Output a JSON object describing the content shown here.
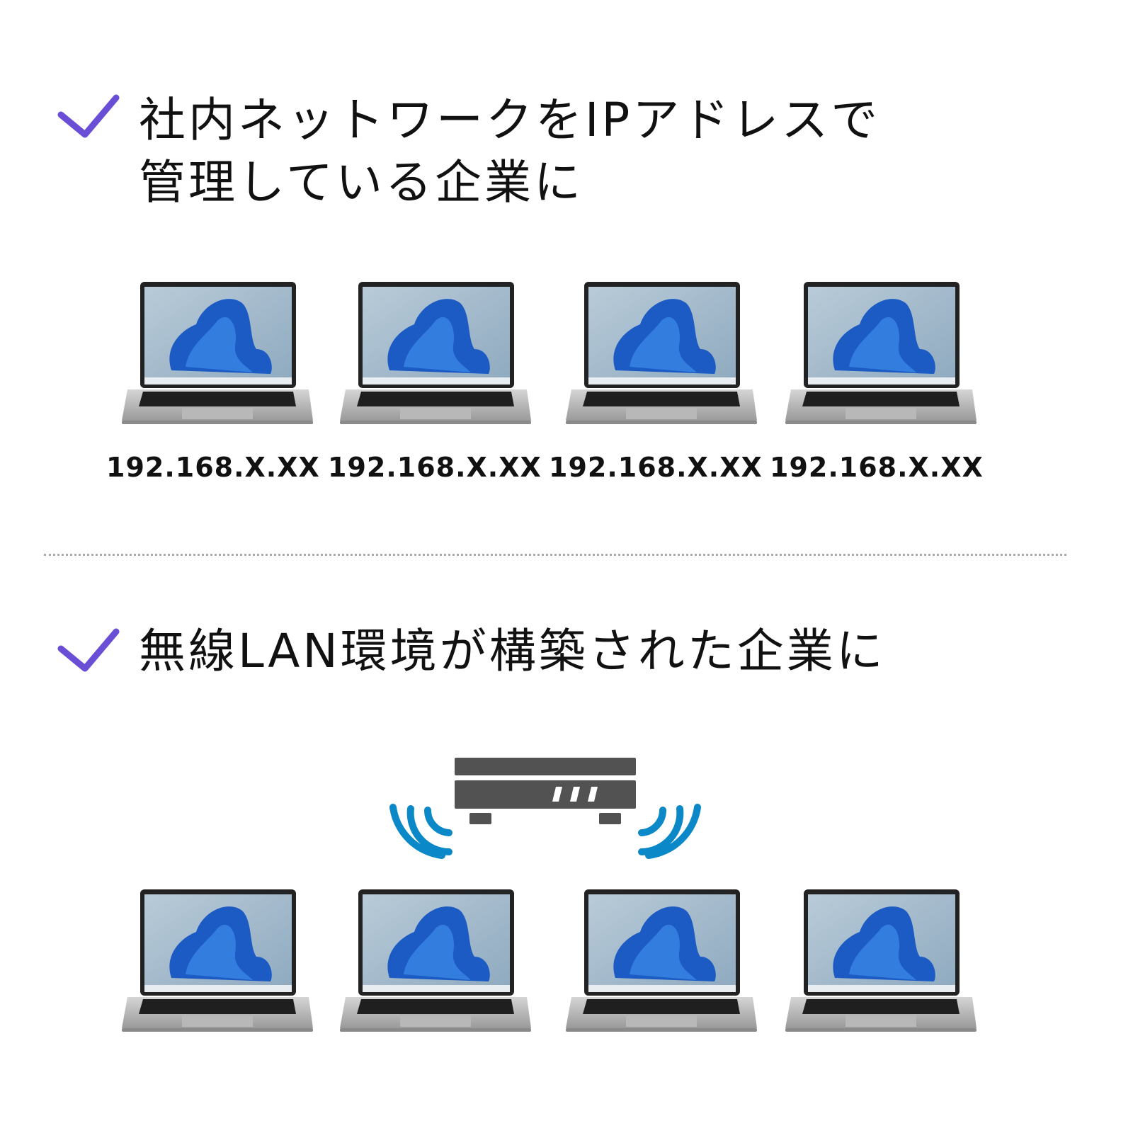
{
  "section1": {
    "icon": "check-icon",
    "title_line1": "社内ネットワークをIPアドレスで",
    "title_line2": "管理している企業に",
    "laptops": [
      {
        "ip": "192.168.X.XX"
      },
      {
        "ip": "192.168.X.XX"
      },
      {
        "ip": "192.168.X.XX"
      },
      {
        "ip": "192.168.X.XX"
      }
    ]
  },
  "section2": {
    "icon": "check-icon",
    "title": "無線LAN環境が構築された企業に",
    "router_icon": "wifi-router-icon"
  },
  "colors": {
    "check": "#6a4fd6",
    "wifi": "#0a88c8",
    "router": "#525252",
    "text": "#111111"
  }
}
